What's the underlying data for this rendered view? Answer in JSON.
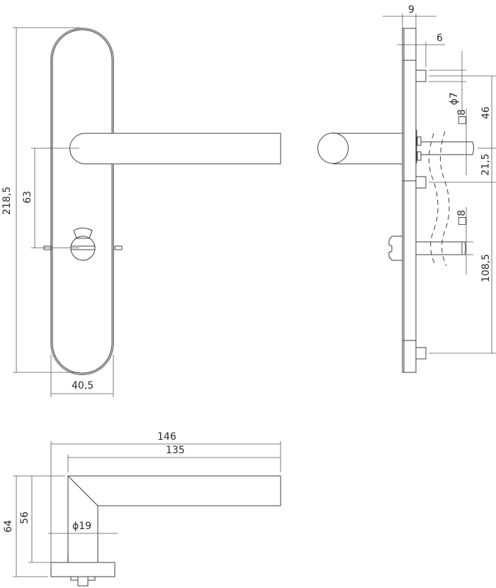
{
  "drawing": {
    "subject": "Door handle on backplate with WC turn and release",
    "colors": {
      "line": "#3c3c46",
      "plate_edge": "#8c8c96",
      "text": "#2a2a32",
      "background": "#ffffff"
    }
  },
  "front_view": {
    "dimensions": {
      "plate_height": "218,5",
      "handle_to_turn_distance": "63",
      "plate_width": "40,5"
    }
  },
  "side_view": {
    "dimensions": {
      "plate_thickness": "9",
      "rose_offset": "6",
      "pin_diameter": "ϕ7",
      "spindle_square_top": "□8",
      "top_to_spindle": "46",
      "spindle_to_fixing": "21,5",
      "spindle_square_bottom": "□8",
      "fixing_to_bottom": "108,5"
    }
  },
  "top_view": {
    "dimensions": {
      "overall_projection": "146",
      "lever_length": "135",
      "overall_height": "64",
      "lever_height": "56",
      "neck_diameter": "ϕ19"
    }
  }
}
